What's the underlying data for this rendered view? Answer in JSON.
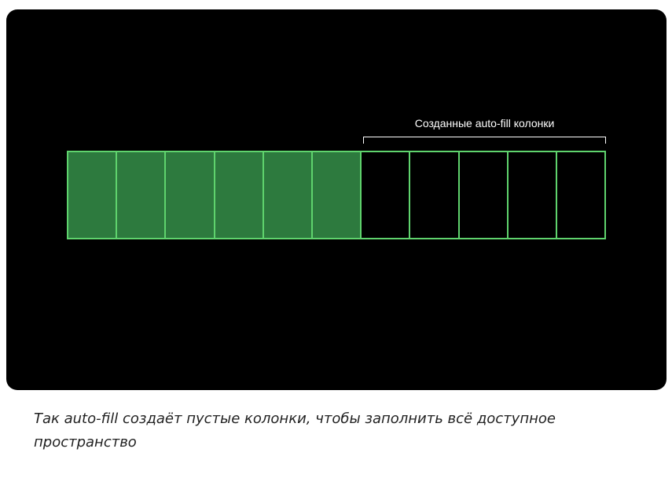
{
  "diagram": {
    "bracket_label": "Созданные auto-fill колонки",
    "filled_columns": 6,
    "empty_columns": 5,
    "colors": {
      "background": "#000000",
      "filled_cell": "#2d7a3e",
      "cell_border": "#5fd36d",
      "label": "#ffffff"
    }
  },
  "caption": "Так auto-fill создаёт пустые колонки, чтобы заполнить всё доступное пространство"
}
